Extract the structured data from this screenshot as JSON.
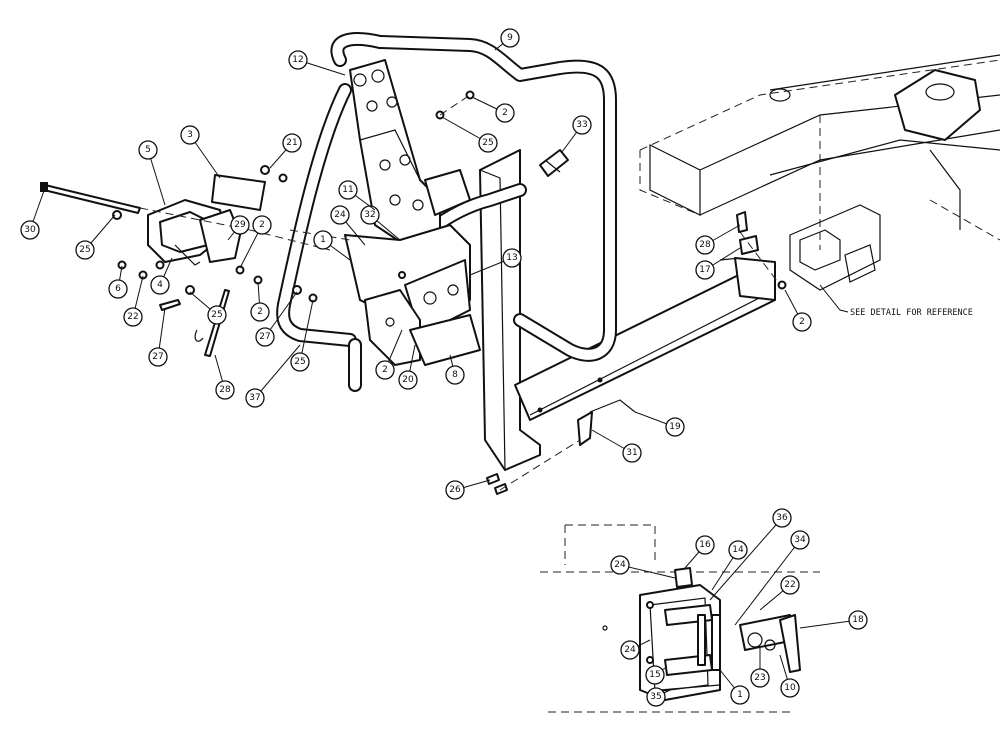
{
  "diagram": {
    "reference_note": "SEE DETAIL FOR REFERENCE",
    "callouts": [
      "1",
      "2",
      "3",
      "4",
      "5",
      "6",
      "8",
      "9",
      "10",
      "11",
      "12",
      "13",
      "14",
      "15",
      "16",
      "17",
      "18",
      "19",
      "20",
      "21",
      "22",
      "23",
      "24",
      "25",
      "26",
      "27",
      "28",
      "29",
      "30",
      "31",
      "32",
      "33",
      "34",
      "35",
      "36",
      "37"
    ]
  }
}
